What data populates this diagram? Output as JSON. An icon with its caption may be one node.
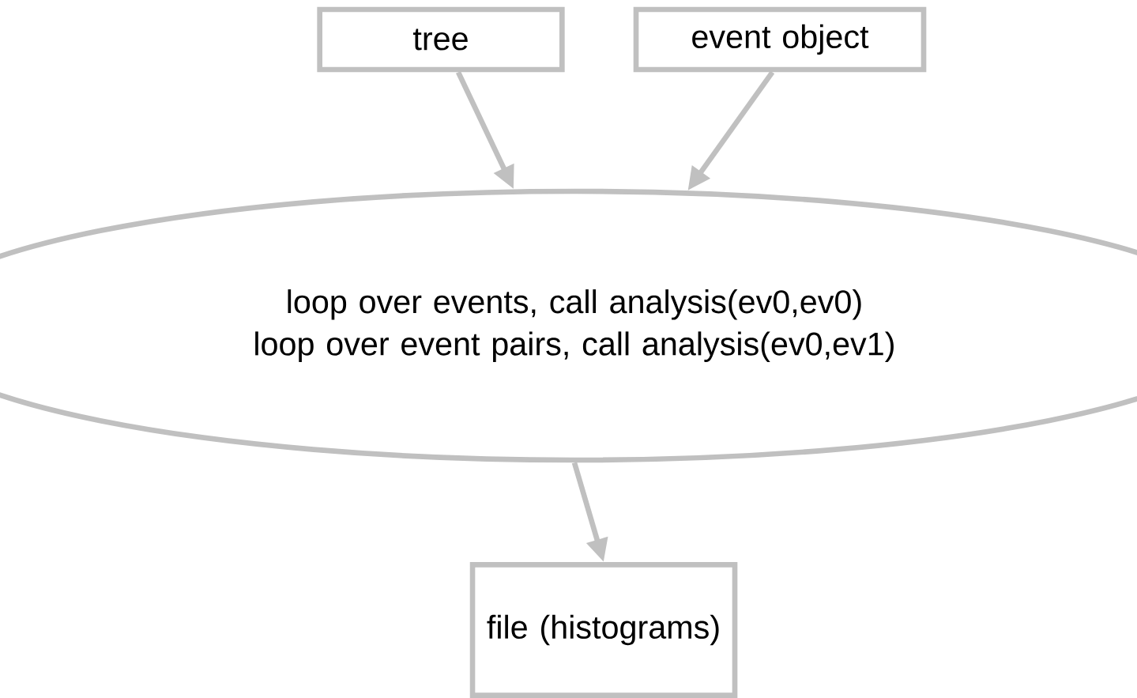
{
  "diagram": {
    "nodes": [
      {
        "text": [
          "tree"
        ]
      },
      {
        "text": [
          "event object"
        ]
      },
      {
        "text": [
          "loop over events, call analysis(ev0,ev0)",
          "loop over event pairs, call analysis(ev0,ev1)"
        ]
      },
      {
        "text": [
          "file (histograms)"
        ]
      }
    ],
    "edges": [
      {
        "from": 0,
        "to": 2,
        "arrow": "to"
      },
      {
        "from": 1,
        "to": 2,
        "arrow": "to"
      },
      {
        "from": 2,
        "to": 3,
        "arrow": "to"
      }
    ]
  }
}
